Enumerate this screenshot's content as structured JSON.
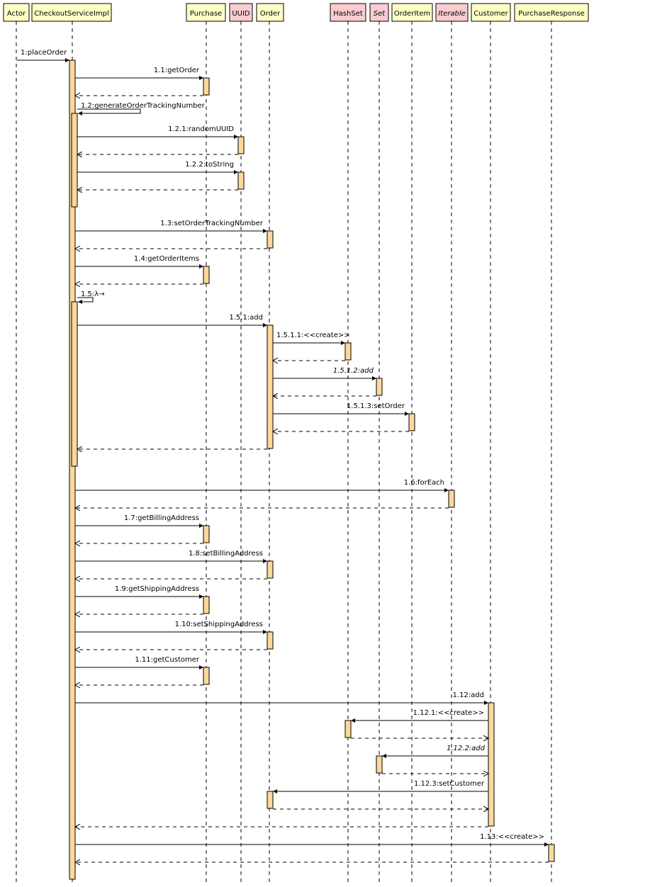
{
  "colors": {
    "class_box": "#ffffc6",
    "interface_box": "#f9ccd0",
    "activation": "#fcd89b",
    "line": "#000000"
  },
  "participants": [
    {
      "id": "actor",
      "label": "Actor",
      "italic": false,
      "kind": "class"
    },
    {
      "id": "checkout-service-impl",
      "label": "CheckoutServiceImpl",
      "italic": false,
      "kind": "class"
    },
    {
      "id": "purchase",
      "label": "Purchase",
      "italic": false,
      "kind": "class"
    },
    {
      "id": "uuid",
      "label": "UUID",
      "italic": false,
      "kind": "interface"
    },
    {
      "id": "order",
      "label": "Order",
      "italic": false,
      "kind": "class"
    },
    {
      "id": "hashset",
      "label": "HashSet",
      "italic": false,
      "kind": "interface"
    },
    {
      "id": "set",
      "label": "Set",
      "italic": true,
      "kind": "interface"
    },
    {
      "id": "orderitem",
      "label": "OrderItem",
      "italic": false,
      "kind": "class"
    },
    {
      "id": "iterable",
      "label": "Iterable",
      "italic": true,
      "kind": "interface"
    },
    {
      "id": "customer",
      "label": "Customer",
      "italic": false,
      "kind": "class"
    },
    {
      "id": "purchase-response",
      "label": "PurchaseResponse",
      "italic": false,
      "kind": "class"
    }
  ],
  "messages": [
    {
      "label": "1:placeOrder",
      "italic": false
    },
    {
      "label": "1.1:getOrder",
      "italic": false
    },
    {
      "label": "1.2:generateOrderTrackingNumber",
      "italic": false
    },
    {
      "label": "1.2.1:randomUUID",
      "italic": false
    },
    {
      "label": "1.2.2:toString",
      "italic": false
    },
    {
      "label": "1.3:setOrderTrackingNumber",
      "italic": false
    },
    {
      "label": "1.4:getOrderItems",
      "italic": false
    },
    {
      "label": "1.5:λ→",
      "italic": false
    },
    {
      "label": "1.5.1:add",
      "italic": false
    },
    {
      "label": "1.5.1.1:<<create>>",
      "italic": false
    },
    {
      "label": "1.5.1.2:add",
      "italic": true
    },
    {
      "label": "1.5.1.3:setOrder",
      "italic": false
    },
    {
      "label": "1.6:forEach",
      "italic": false
    },
    {
      "label": "1.7:getBillingAddress",
      "italic": false
    },
    {
      "label": "1.8:setBillingAddress",
      "italic": false
    },
    {
      "label": "1.9:getShippingAddress",
      "italic": false
    },
    {
      "label": "1.10:setShippingAddress",
      "italic": false
    },
    {
      "label": "1.11:getCustomer",
      "italic": false
    },
    {
      "label": "1.12:add",
      "italic": false
    },
    {
      "label": "1.12.1:<<create>>",
      "italic": false
    },
    {
      "label": "1.12.2:add",
      "italic": true
    },
    {
      "label": "1.12.3:setCustomer",
      "italic": false
    },
    {
      "label": "1.13:<<create>>",
      "italic": false
    }
  ]
}
